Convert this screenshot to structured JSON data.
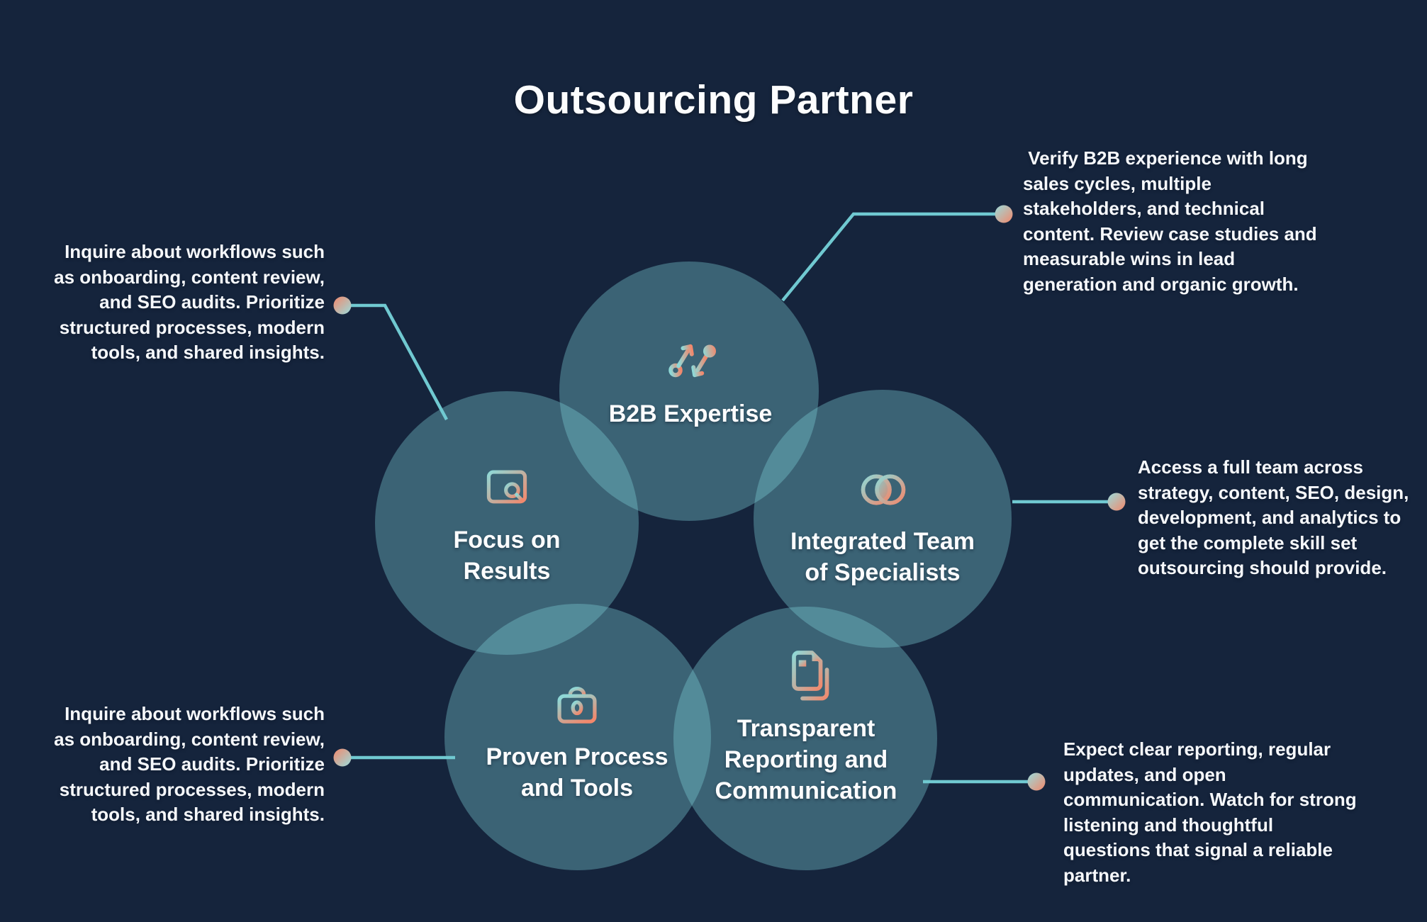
{
  "title": "Outsourcing Partner",
  "colors": {
    "background": "#15243C",
    "circle_fill": "#3C6476",
    "connector_line": "#70C9D1",
    "accent_teal": "#8FD8D6",
    "accent_salmon": "#F2886C",
    "text": "#F8FAFC"
  },
  "nodes": [
    {
      "id": "b2b-expertise",
      "icon": "exchange-arrows-icon",
      "label_lines": [
        "B2B Expertise"
      ]
    },
    {
      "id": "focus-on-results",
      "icon": "report-search-icon",
      "label_lines": [
        "Focus on",
        "Results"
      ]
    },
    {
      "id": "integrated-team-of-specialists",
      "icon": "venn-circles-icon",
      "label_lines": [
        "Integrated Team",
        "of Specialists"
      ]
    },
    {
      "id": "proven-process-and-tools",
      "icon": "briefcase-icon",
      "label_lines": [
        "Proven Process",
        "and Tools"
      ]
    },
    {
      "id": "transparent-reporting-and-communication",
      "icon": "documents-icon",
      "label_lines": [
        "Transparent",
        "Reporting and",
        "Communication"
      ]
    }
  ],
  "callouts": [
    {
      "id": "b2b-expertise",
      "text": "Verify B2B experience with long sales cycles, multiple stakeholders, and technical content. Review case studies and measurable wins in lead generation and organic growth.",
      "lines": [
        " Verify B2B experience with long",
        "sales cycles, multiple",
        "stakeholders, and technical",
        "content. Review case studies and",
        "measurable wins in lead",
        "generation and organic growth."
      ]
    },
    {
      "id": "focus-on-results",
      "text": "Inquire about workflows such as onboarding, content review, and SEO audits. Prioritize structured processes, modern tools, and shared insights.",
      "lines": [
        "Inquire about workflows such",
        "as onboarding, content review,",
        "and SEO audits. Prioritize",
        "structured processes, modern",
        "tools, and shared insights."
      ]
    },
    {
      "id": "integrated-team-of-specialists",
      "text": "Access a full team across strategy, content, SEO, design, development, and analytics to get the complete skill set outsourcing should provide.",
      "lines": [
        "Access a full team across",
        "strategy, content, SEO, design,",
        "development, and analytics to",
        "get the complete skill set",
        "outsourcing should provide."
      ]
    },
    {
      "id": "proven-process-and-tools",
      "text": "Inquire about workflows such as onboarding, content review, and SEO audits. Prioritize structured processes, modern tools, and shared insights.",
      "lines": [
        "Inquire about workflows such",
        "as onboarding, content review,",
        "and SEO audits. Prioritize",
        "structured processes, modern",
        "tools, and shared insights."
      ]
    },
    {
      "id": "transparent-reporting-and-communication",
      "text": "Expect clear reporting, regular updates, and open communication. Watch for strong listening and thoughtful questions that signal a reliable partner.",
      "lines": [
        "Expect clear reporting, regular",
        "updates, and open",
        "communication. Watch for strong",
        "listening and thoughtful",
        "questions that signal a reliable",
        "partner."
      ]
    }
  ]
}
